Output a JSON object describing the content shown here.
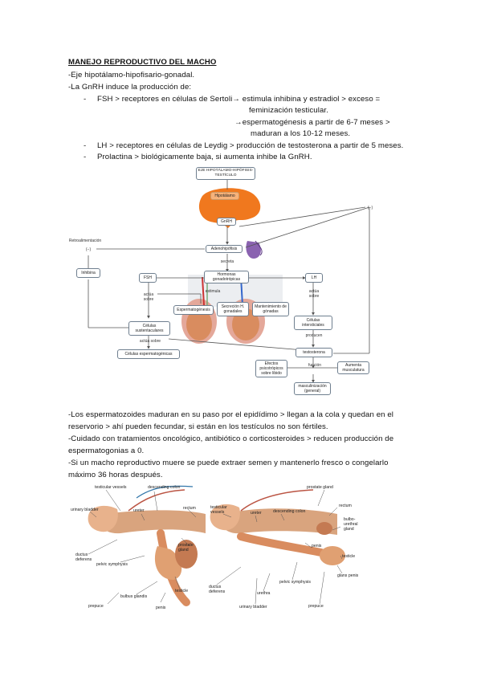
{
  "document": {
    "title": "MANEJO REPRODUCTIVO DEL MACHO",
    "lines": {
      "l1": "-Eje hipotálamo-hipofisario-gonadal.",
      "l2": "-La GnRH induce la producción de:",
      "b1_dash": "-",
      "b1a": "FSH > receptores en células de Sertoli→ estimula inhibina y estradiol > exceso =",
      "b1b": "feminización testicular.",
      "b1c": "→espermatogénesis a partir de 6-7 meses >",
      "b1d": "maduran a los 10-12 meses.",
      "b2_dash": "-",
      "b2": "LH > receptores en células de Leydig > producción de testosterona a partir de 5 meses.",
      "b3_dash": "-",
      "b3": "Prolactina > biológicamente baja, si aumenta inhibe la GnRH.",
      "p1a": "-Los espermatozoides maduran en su paso por el epidídimo > llegan a la cola y quedan en el",
      "p1b": "reservorio > ahí pueden fecundar, si están en los testículos no son fértiles.",
      "p2a": "-Cuidado con tratamientos oncológico, antibiótico o corticosteroides > reducen producción de",
      "p2b": "espermatogonias a 0.",
      "p3a": "-Si un macho reproductivo muere se puede extraer semen y mantenerlo fresco o congelarlo",
      "p3b": "máximo 36 horas después."
    }
  },
  "diagram": {
    "eje_title": "EJE HIPOTÁLAMO-HIPÓFISIS-TESTÍCULO",
    "hipotalamo": "Hipotálamo",
    "gnrh": "GnRH",
    "adenohipofisis": "Adenohipófisis",
    "retro": "Retroalimentación",
    "retro_sign": "(−)",
    "minus_right": "(−)",
    "inhibina": "Inhibina",
    "secreta": "secreta",
    "hormonas": "Hormonas gonadotrópicas",
    "fsh": "FSH",
    "lh": "LH",
    "estimula": "estimula",
    "actua_sobre_left": "actúa sobre",
    "actua_sobre_right": "actúa sobre",
    "espermatogenesis": "Espermatogénesis",
    "secrecion": "Secreción H. gonadales",
    "mantenimiento": "Mantenimiento de gónadas",
    "cel_sustentaculares": "Células sustentaculares",
    "cel_intersticiales": "Células intersticiales",
    "producen": "producen",
    "actua_sobre_bottom": "actúa sobre",
    "cel_esperm": "Células espermatogénicas",
    "testosterona": "testosterona",
    "efectos": "Efectos psicotrópicos sobre libido",
    "funcion": "función",
    "aumenta": "Aumenta musculatura",
    "masculinizacion": "masculinización (general)"
  },
  "anatomy_left": {
    "testicular_vessels": "testicular vessels",
    "descending_colon": "descending colon",
    "urinary_bladder": "urinary bladder",
    "ureter": "ureter",
    "rectum": "rectum",
    "prostate_gland": "prostate gland",
    "ductus_deferens": "ductus deferens",
    "pelvic_symphysis": "pelvic symphysis",
    "testicle": "testicle",
    "bulbus_glandis": "bulbus glandis",
    "prepuce": "prepuce",
    "penis": "penis"
  },
  "anatomy_right": {
    "prostate_gland": "prostate gland",
    "testicular_vessels": "testicular vessels",
    "ureter": "ureter",
    "descending_colon": "descending colon",
    "rectum": "rectum",
    "bulbo_urethral": "bulbo-urethral gland",
    "penis": "penis",
    "testicle": "testicle",
    "glans_penis": "glans penis",
    "pelvic_symphysis": "pelvic symphysis",
    "ductus_deferens": "ductus deferens",
    "urethra": "urethra",
    "urinary_bladder": "urinary bladder",
    "prepuce": "prepuce"
  },
  "colors": {
    "hypothalamus": "#f0781e",
    "pituitary": "#8a62b0",
    "testis": "#e4a89a",
    "tissue": "#d98c5f",
    "box_border": "#6f7f8f"
  }
}
